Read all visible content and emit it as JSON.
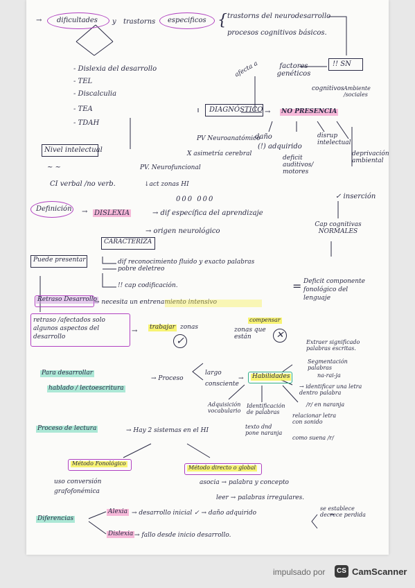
{
  "notes": {
    "top": {
      "dificultades": "dificultades",
      "y": "y",
      "trastornos": "trastorns",
      "especificos": "especificos",
      "neuro": "trastorns del neurodesarrollo",
      "procesos": "procesos cognitivos básicos."
    },
    "sn": {
      "label": "!! SN",
      "cog": "cognitivos",
      "amb": "Ambiente /sociales"
    },
    "list": [
      "- Dislexia del desarrollo",
      "- TEL",
      "- Discalculia",
      "- TEA",
      "- TDAH"
    ],
    "diag": {
      "factores": "factores genéticos",
      "afecta": "afecta a",
      "diagnostico": "DIAGNÓSTICO",
      "no_presencia": "NO PRESENCIA",
      "dano": "daño",
      "adquirido": "(!) adquirido",
      "disrup": "disrup intelectual",
      "deficit": "deficit auditivos/ motores",
      "depriv": "deprivación ambiental",
      "insercion": "✓ inserción",
      "cap": "Cap cognitivas NORMALES"
    },
    "pv": {
      "neuro": "PV Neuroanatómico",
      "asim": "X asimetría cerebral",
      "nivel": "Nivel intelectual",
      "tilde": "~ ~",
      "ci": "CI verbal /no verb.",
      "func": "PV. Neurofuncional",
      "act": "↓act zonas HI",
      "dots": "000 000"
    },
    "def": {
      "definicion": "Definición",
      "dislexia": "DISLEXIA",
      "dif": "→ dif específica del aprendizaje",
      "origen": "→ origen neurológico",
      "caracteriza": "CARACTERIZA",
      "puede": "Puede presentar",
      "reconoc": "dif reconocimiento fluido y exacto palabras",
      "pobre": "pobre deletreo",
      "cod": "!! cap codificación.",
      "eq": "=",
      "deficit": "Deficit componente fonológico del lenguaje"
    },
    "retraso": {
      "label": "Retraso Desarrollo",
      "necesita": "→ necesita un entrenamiento intensivo",
      "box": "retraso /afectados solo algunos aspectos del desarrollo",
      "trabajar": "trabajar",
      "zonas": "zonas",
      "compensar": "compensar",
      "zonas2": "zonas que están"
    },
    "habilidades": {
      "para": "Para desarrollar",
      "hablado": "hablado / lectoescritura",
      "proceso": "→ Proceso",
      "largo": "largo",
      "consciente": "consciente",
      "hab": "Habilidades",
      "extraer": "Extraer significado palabras escritas.",
      "segmentar": "Segmentación palabras",
      "narai": "na-rai-ja",
      "ident": "→ identificar una letra dentro palabra",
      "r": "/r/ en naranja",
      "adq": "Adquisición vocabulario",
      "idpal": "Identificación de palabras",
      "relac": "relacionar letra con sonido",
      "texto": "texto dnd pone naranja",
      "como": "como suena /r/"
    },
    "lectura": {
      "proceso": "Proceso de lectura",
      "hay": "→ Hay 2 sistemas en el HI",
      "fono": "Método Fonológico",
      "uso": "uso conversión grafofonémica",
      "directo": "Método directo o global",
      "asocia": "asocia → palabra y concepto",
      "leer": "leer → palabras irregulares."
    },
    "diferencias": {
      "label": "Diferencias",
      "alexia": "Alexia",
      "desarrollo": "→ desarrollo inicial ✓ → daño adquirido",
      "se": "se establece decrece perdida",
      "dislexia": "Dislexia",
      "fallo": "→ fallo desde inicio desarrollo."
    }
  },
  "footer": {
    "impulsado": "impulsado por",
    "badge": "CS",
    "brand": "CamScanner"
  }
}
